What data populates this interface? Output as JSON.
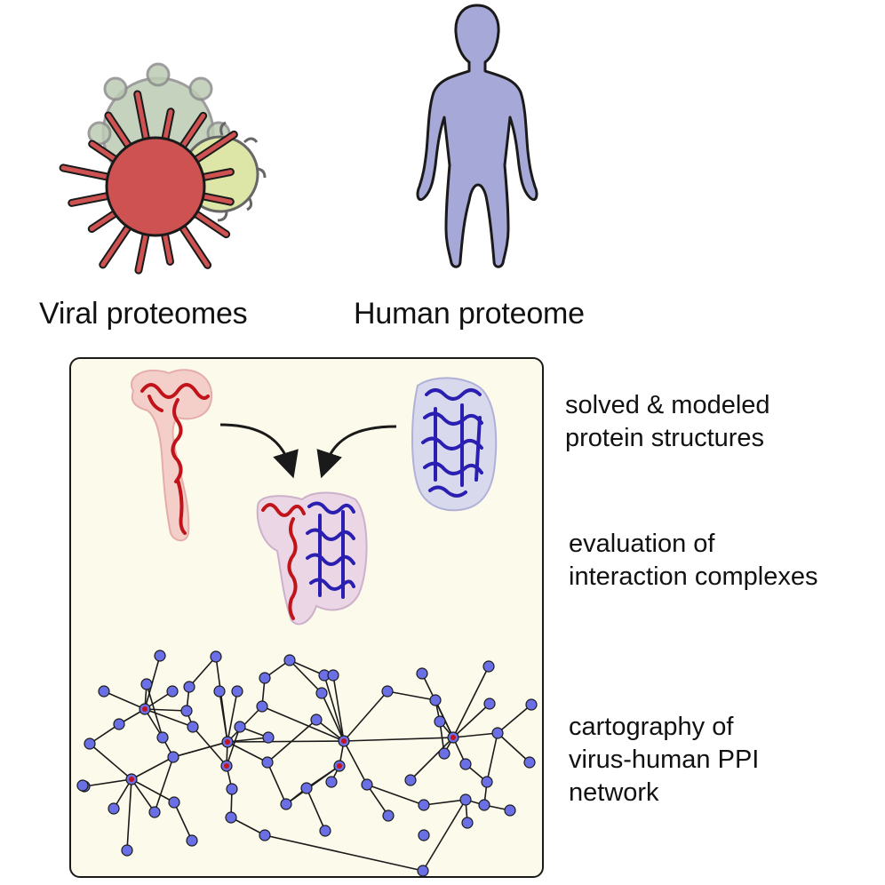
{
  "labels": {
    "viral": "Viral proteomes",
    "human": "Human proteome"
  },
  "steps": [
    {
      "line1": "solved & modeled",
      "line2": "protein structures"
    },
    {
      "line1": "evaluation of",
      "line2": "interaction complexes"
    },
    {
      "line1": "cartography of",
      "line2": "virus-human PPI",
      "line3": "network"
    }
  ],
  "colors": {
    "virus_red": "#cf5252",
    "virus_green": "#bccbb3",
    "virus_yellow": "#dde6a6",
    "human_body": "#a6a8d8",
    "panel_bg": "#fcfaea",
    "protein_red": "#c0141a",
    "protein_blue": "#2a1fb0",
    "network_node": "#6b6fe6",
    "network_hub": "#c4121e"
  },
  "icons": [
    "virus-icon",
    "human-silhouette-icon",
    "arrow-icon",
    "network-diagram"
  ]
}
